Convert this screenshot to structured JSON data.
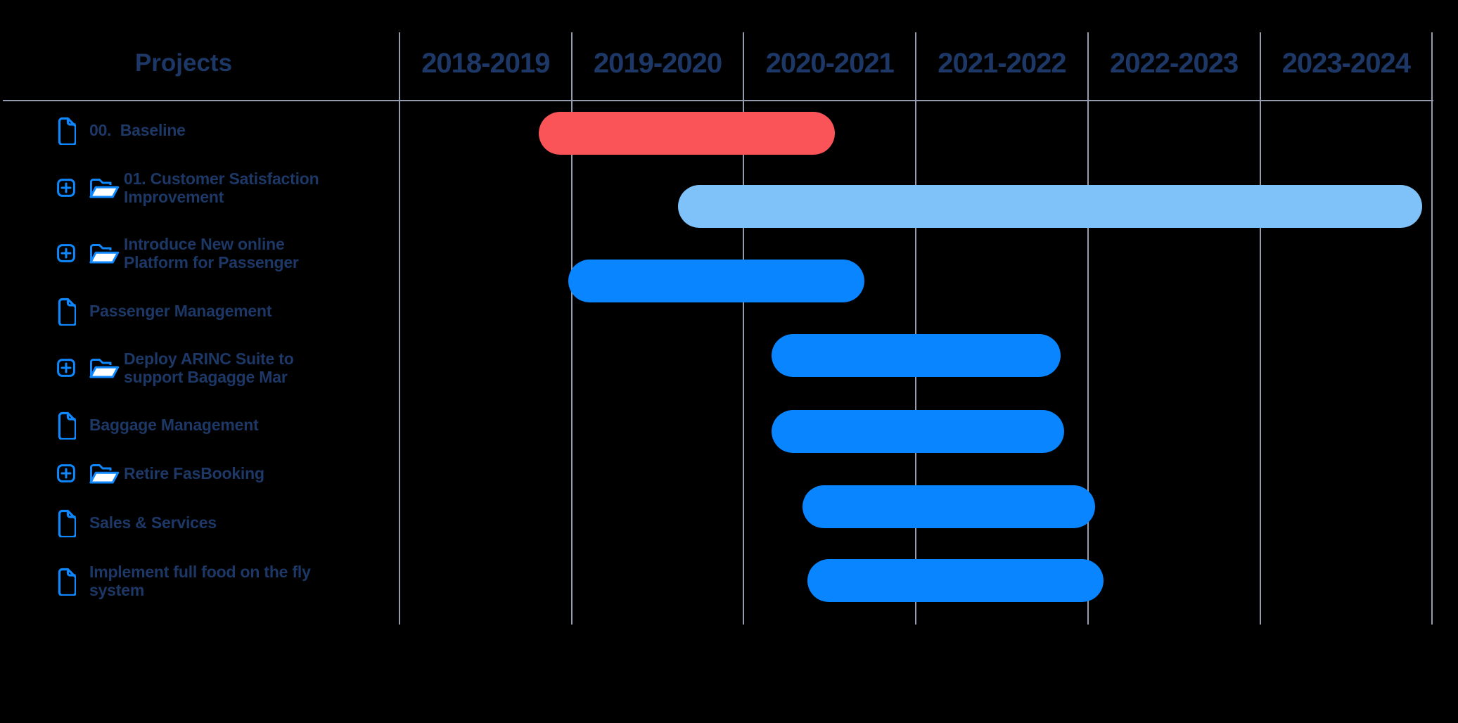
{
  "header": {
    "projects_label": "Projects",
    "years": [
      "2018-2019",
      "2019-2020",
      "2020-2021",
      "2021-2022",
      "2022-2023",
      "2023-2024"
    ]
  },
  "colors": {
    "red": "#FB5458",
    "blue": "#0885FF",
    "light_blue": "#7FC1F9",
    "navy_text": "#1D3866",
    "icon_blue": "#0F87FD",
    "gridline": "#949CAD"
  },
  "icon_legend": {
    "document": "document-icon",
    "folder-expand": "expand-plus-icon + open-folder-icon"
  },
  "chart_data": {
    "type": "gantt",
    "title": "Projects",
    "timeline": {
      "columns": [
        "2018-2019",
        "2019-2020",
        "2020-2021",
        "2021-2022",
        "2022-2023",
        "2023-2024"
      ],
      "axis_start_year": 2018,
      "years_per_column": 1,
      "grid": "vertical-lines-on"
    },
    "tasks": [
      {
        "lines": [
          "00.  Baseline"
        ],
        "icon": "document",
        "bar": {
          "start": 2018.81,
          "end": 2020.53,
          "color_key": "red"
        }
      },
      {
        "lines": [
          "01. Customer Satisfaction",
          "Improvement"
        ],
        "icon": "folder-expand",
        "bar": {
          "start": 2019.62,
          "end": 2023.94,
          "color_key": "light_blue"
        }
      },
      {
        "lines": [
          "Introduce New online",
          "Platform for Passenger"
        ],
        "icon": "folder-expand",
        "bar": {
          "start": 2018.98,
          "end": 2020.7,
          "color_key": "blue"
        }
      },
      {
        "lines": [
          "Passenger Management"
        ],
        "icon": "document",
        "bar": null
      },
      {
        "lines": [
          "Deploy ARINC Suite to",
          "support Bagagge Mar"
        ],
        "icon": "folder-expand",
        "bar": {
          "start": 2020.16,
          "end": 2021.84,
          "color_key": "blue"
        }
      },
      {
        "lines": [
          "Baggage Management"
        ],
        "icon": "document",
        "bar": {
          "start": 2020.16,
          "end": 2021.86,
          "color_key": "blue"
        }
      },
      {
        "lines": [
          "Retire FasBooking"
        ],
        "icon": "folder-expand",
        "bar": null
      },
      {
        "lines": [
          "Sales & Services"
        ],
        "icon": "document",
        "bar": {
          "start": 2020.34,
          "end": 2022.04,
          "color_key": "blue"
        }
      },
      {
        "lines": [
          "Implement full food on the fly",
          "system"
        ],
        "icon": "document",
        "bar": {
          "start": 2020.37,
          "end": 2022.09,
          "color_key": "blue"
        }
      }
    ]
  }
}
